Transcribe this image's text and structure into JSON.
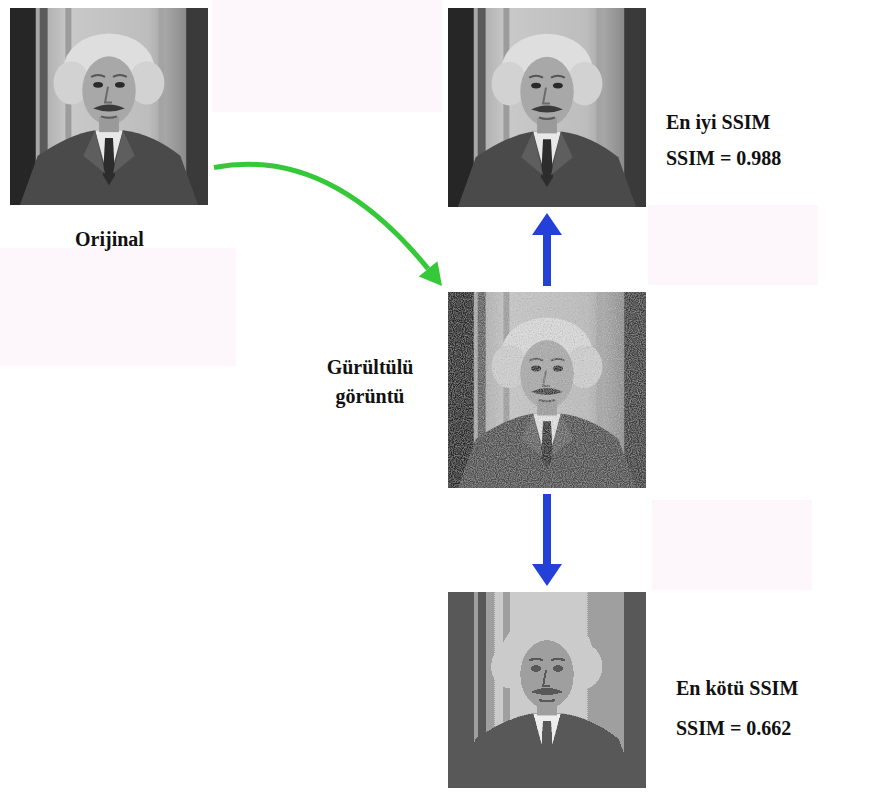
{
  "diagram": {
    "nodes": [
      {
        "text": [
          "Orijinal"
        ]
      },
      {
        "text": [
          "En iyi SSIM",
          "SSIM = 0.988"
        ]
      },
      {
        "text": [
          "Gürültülü görüntü"
        ]
      },
      {
        "text": [
          "En kötü SSIM",
          "SSIM = 0.662"
        ]
      }
    ],
    "edges": [
      {
        "from": 0,
        "to": 2,
        "arrow": "to"
      },
      {
        "from": 2,
        "to": 1,
        "arrow": "to"
      },
      {
        "from": 2,
        "to": 3,
        "arrow": "to"
      }
    ]
  }
}
